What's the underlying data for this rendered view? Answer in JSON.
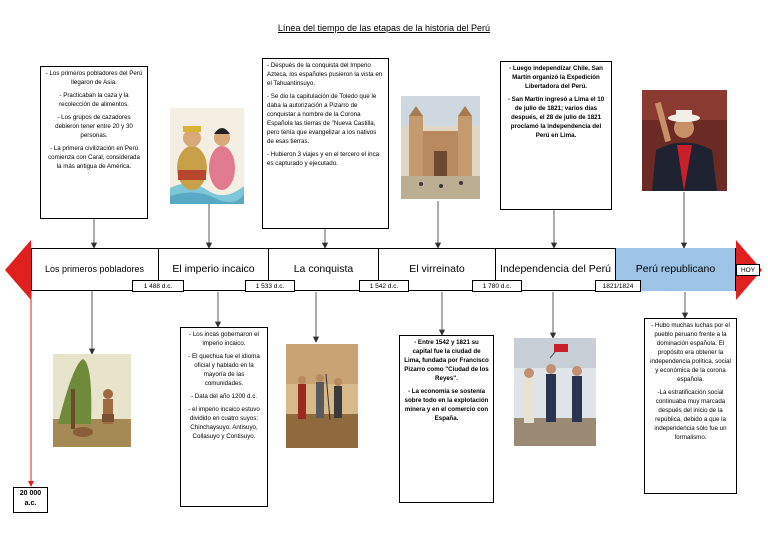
{
  "title": "Línea del tiempo de las etapas de la historia del Perú",
  "stages": [
    "Los primeros pobladores",
    "El imperio incaico",
    "La conquista",
    "El virreinato",
    "Independencia del Perú",
    "Perú republicano"
  ],
  "dates": [
    "1 488 d.c.",
    "1 533 d.c.",
    "1 542 d.c.",
    "1 780 d.c.",
    "1821/1824"
  ],
  "start": {
    "line1": "20 000",
    "line2": "a.c."
  },
  "end_label": "HOY",
  "boxes": {
    "pobladores": [
      "- Los primeros pobladores del Perú llegaron de Asia.",
      "- Practicaban la caza y la recolección de alimentos.",
      "- Los grupos de cazadores debieron tener entre 20 y 30 personas.",
      "- La primera civilización en Perú comienza con Caral, considerada la más antigua de América."
    ],
    "conquista": [
      "- Después de la conquista del Imperio Azteca, los españoles pusieron la vista en el Tahuantinsuyo.",
      "- Se dio la capitulación de Toledo que le daba la autorización a Pizarro de conquistar a nombre de la Corona Española las tierras de \"Nueva Castilla, pero tenía que evangelizar a los nativos de esas tierras.",
      "- Hubieron 3 viajes y en el tercero el inca es capturado y ejecutado."
    ],
    "independencia": [
      "- Luego independizar Chile, San Martín organizó la Expedición Libertadora del Perú.",
      "- San Martín ingresó a Lima el 10 de julio de 1821; varios días después, el 28 de julio de 1821 proclamó la independencia del Perú en Lima."
    ],
    "incaico": [
      "- Los incas gobernaron el imperio incaico.",
      "- El quechua fue el idioma oficial y hablado en la mayoría de las comunidades.",
      "- Data del año 1200 d.c.",
      "- el imperio incaico estuvo dividido en cuatro suyos: Chinchaysuyo, Antisuyo, Collasuyo y Contisuyo."
    ],
    "virreinato": [
      "- Entre 1542 y 1821 su capital fue la ciudad de Lima, fundada por Francisco Pizarro como \"Ciudad de los Reyes\".",
      "- La economía se sostenía sobre todo en la explotación minera y en el comercio con España."
    ],
    "republicano": [
      "- Hubo muchas luchas por el pueblo peruano frente a la dominación española. El propósito era obtener la independencia política, social y económica de la corona española.",
      "-La estratificación social continuaba muy marcada después del inicio de la república, debido a que la independencia sólo fue un formalismo."
    ]
  },
  "colors": {
    "arrow": "#e0201e",
    "republicano": "#9dc3e6"
  }
}
